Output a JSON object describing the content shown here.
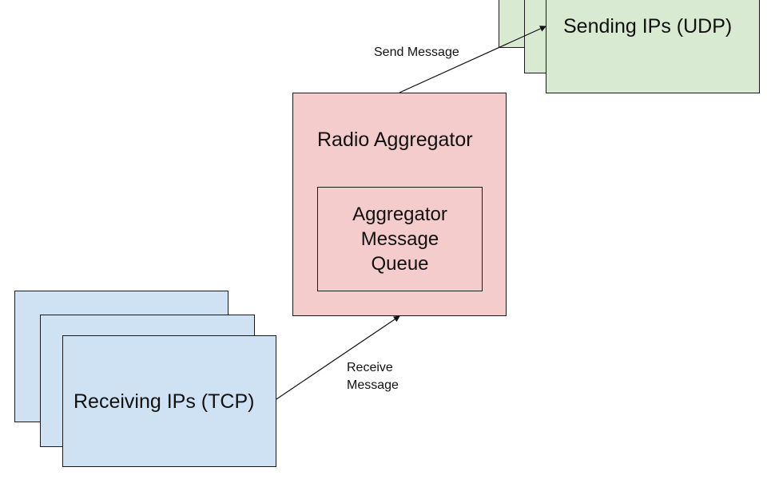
{
  "sending": {
    "label": "Sending IPs (UDP)"
  },
  "aggregator": {
    "title": "Radio Aggregator",
    "queue_line1": "Aggregator",
    "queue_line2": "Message",
    "queue_line3": "Queue"
  },
  "receiving": {
    "label": "Receiving IPs (TCP)"
  },
  "edges": {
    "send_label": "Send Message",
    "receive_line1": "Receive",
    "receive_line2": "Message"
  },
  "colors": {
    "sending_fill": "#d9ead3",
    "aggregator_fill": "#f4cccc",
    "receiving_fill": "#cfe2f3",
    "stroke": "#1a1a1a"
  }
}
